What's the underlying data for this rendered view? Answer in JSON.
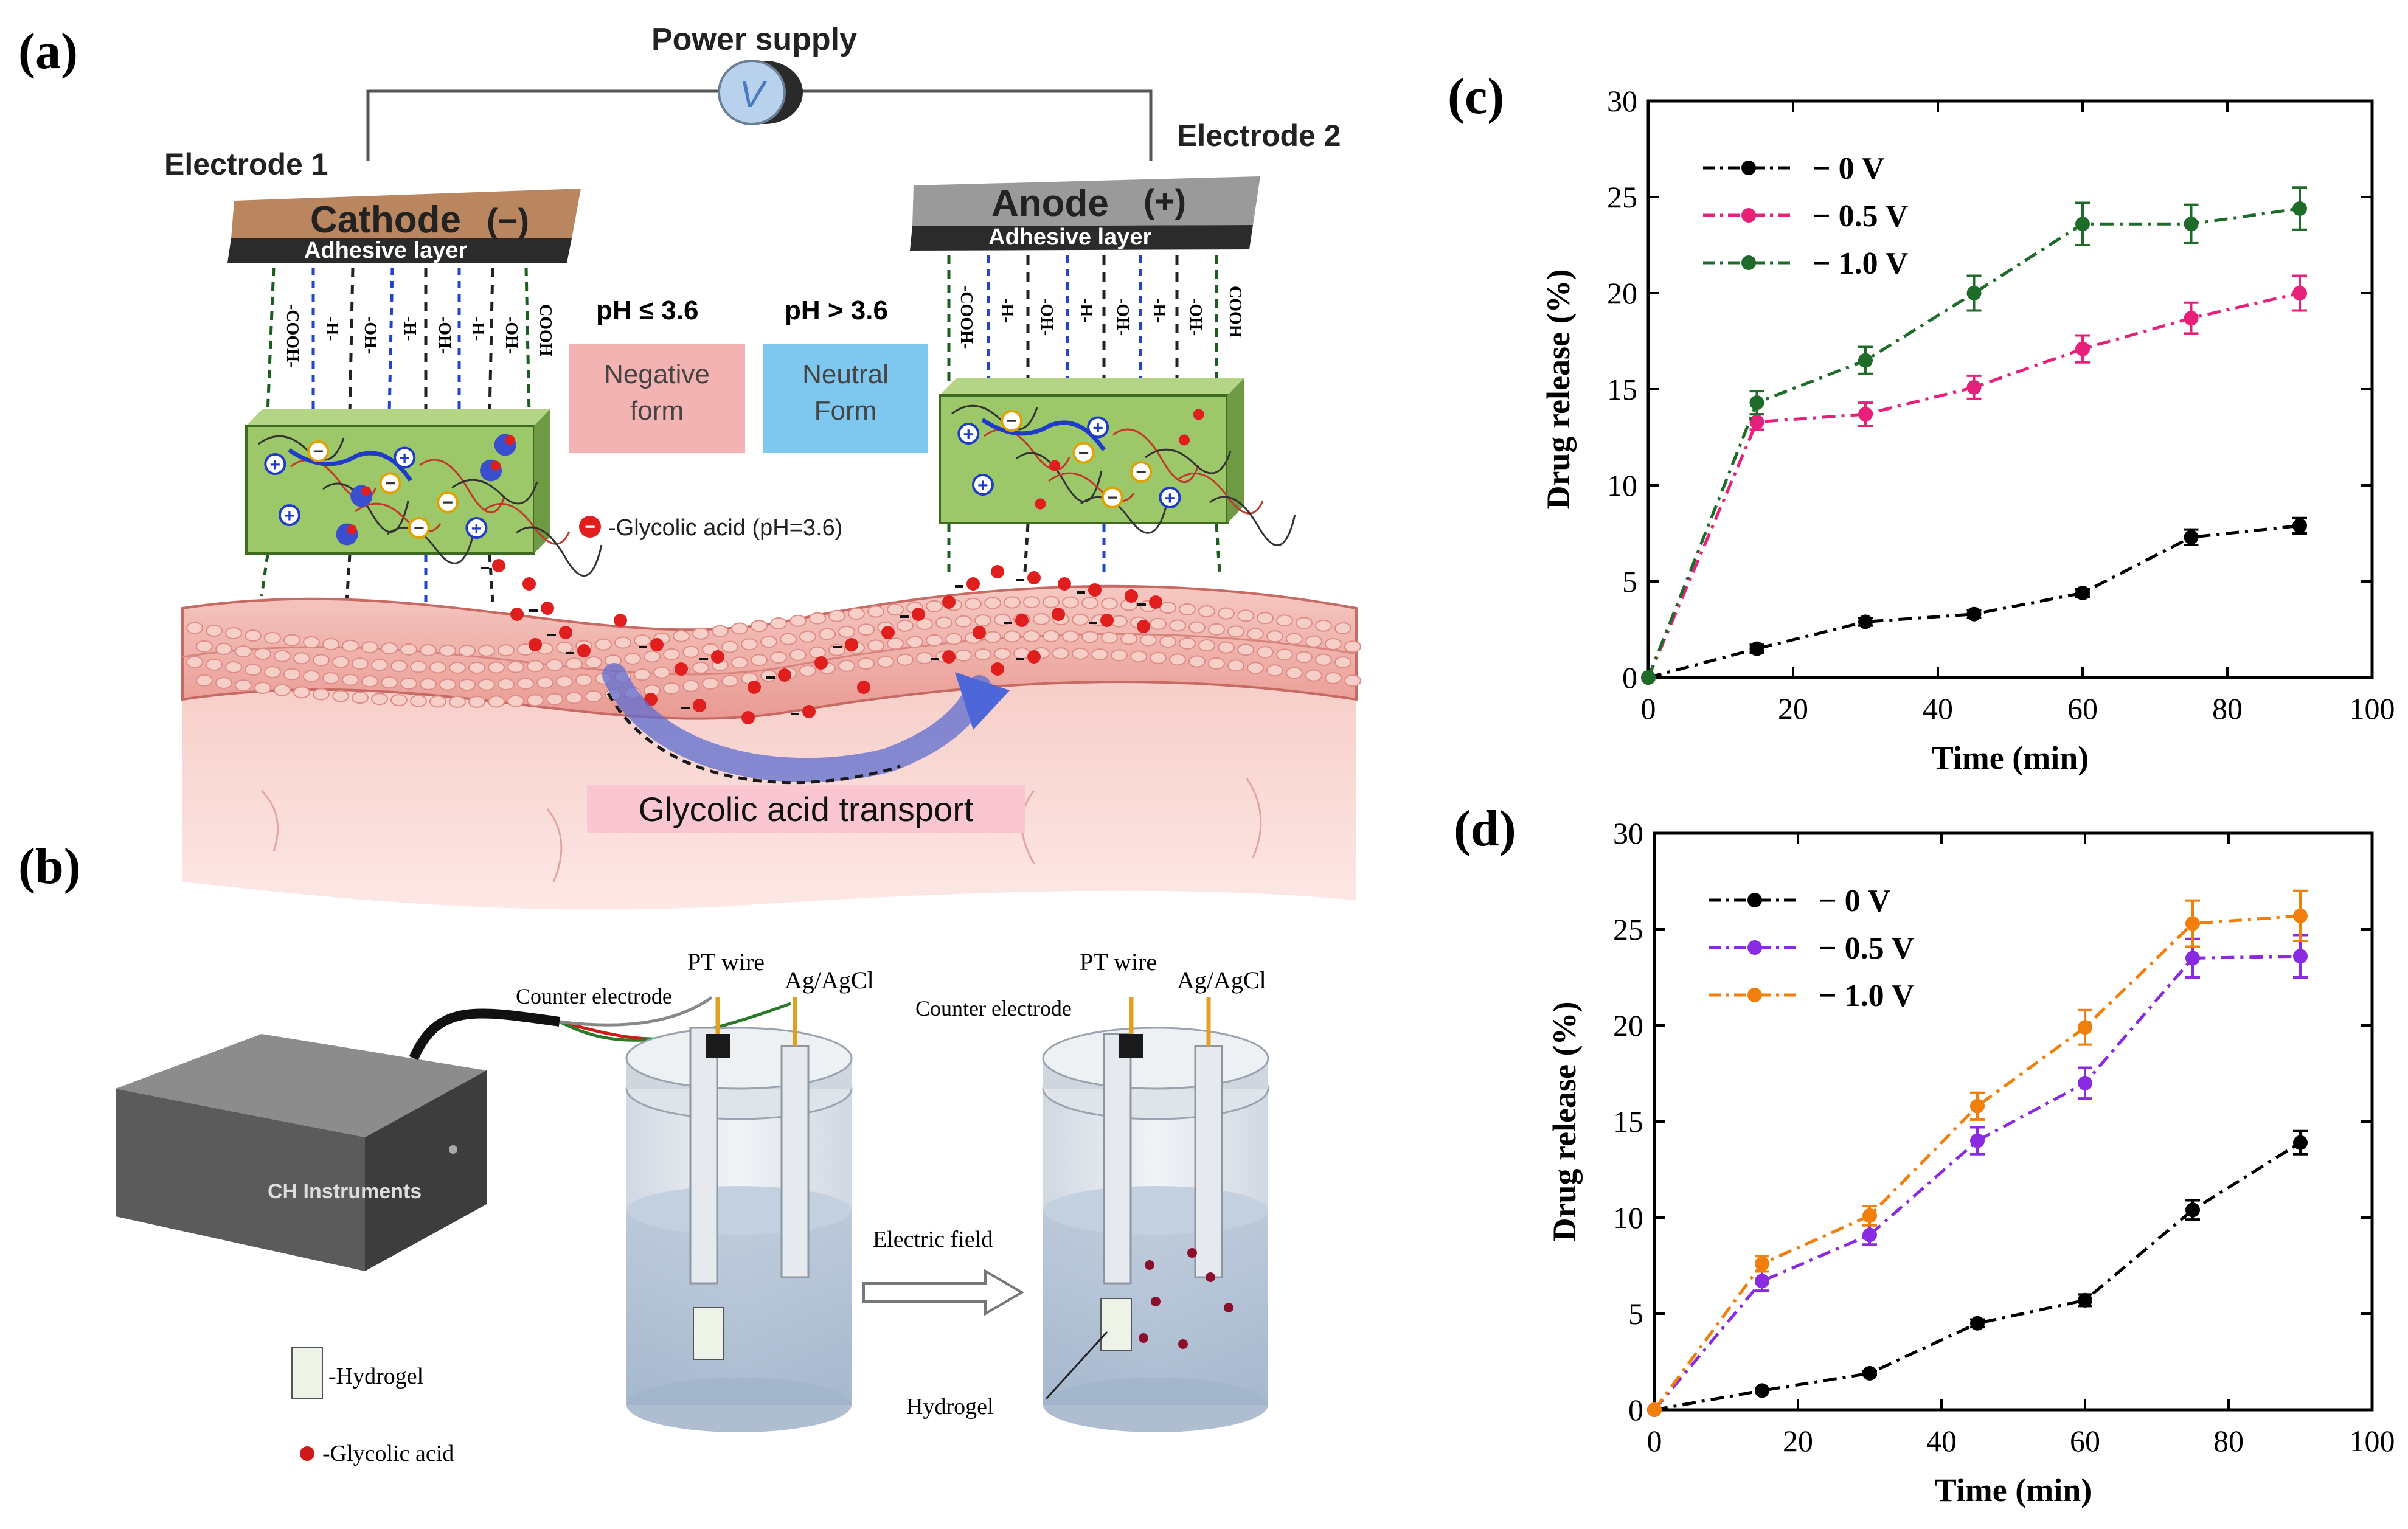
{
  "colors": {
    "black": "#000000",
    "red": "#e8207a",
    "green": "#1e6b2a",
    "purple": "#8a2be2",
    "orange": "#f07f0b",
    "cathode": "#b98660",
    "anode": "#9a9a9a",
    "gel": "#86b45a",
    "negative_box": "#f4b3b3",
    "neutral_box": "#7ec8f0",
    "skin": "#f1b9b4",
    "glycolic": "#e01e1e"
  },
  "panel_a": {
    "label": "(a)",
    "power_supply": "Power supply",
    "meter_symbol": "V",
    "electrode1": "Electrode 1",
    "electrode2": "Electrode 2",
    "cathode": "Cathode",
    "cathode_sign": "(−)",
    "anode": "Anode",
    "anode_sign": "(+)",
    "adhesive1": "Adhesive layer",
    "adhesive2": "Adhesive layer",
    "ph_low": "pH ≤ 3.6",
    "ph_high": "pH > 3.6",
    "negative_line1": "Negative",
    "negative_line2": "form",
    "neutral_line1": "Neutral",
    "neutral_line2": "Form",
    "glycolic_legend": "-Glycolic acid  (pH=3.6)",
    "glycolic_sign": "−",
    "transport": "Glycolic acid transport",
    "chain_labels": [
      "-COOH-",
      "-H-",
      "-OH-",
      "-H-",
      "-OH-",
      "-H-",
      "-OH-",
      "COOH"
    ],
    "plus": "+",
    "minus": "−"
  },
  "panel_b": {
    "label": "(b)",
    "instrument": "CH Instruments",
    "counter_electrode_1": "Counter electrode",
    "pt_wire_1": "PT wire",
    "ag_agcl_1": "Ag/AgCl",
    "counter_electrode_2": "Counter electrode",
    "pt_wire_2": "PT wire",
    "ag_agcl_2": "Ag/AgCl",
    "electric_field": "Electric field",
    "hydrogel_label": "Hydrogel",
    "legend_hydrogel": "-Hydrogel",
    "legend_glycolic": "-Glycolic acid"
  },
  "chart_data": [
    {
      "label": "(c)",
      "type": "line",
      "xlabel": "Time (min)",
      "ylabel": "Drug release (%)",
      "xlim": [
        0,
        100
      ],
      "ylim": [
        0,
        30
      ],
      "xticks": [
        0,
        20,
        40,
        60,
        80,
        100
      ],
      "yticks": [
        0,
        5,
        10,
        15,
        20,
        25,
        30
      ],
      "legend_position": "top-left",
      "x": [
        0,
        15,
        30,
        45,
        60,
        75,
        90
      ],
      "series": [
        {
          "name": "− 0 V",
          "color": "#000000",
          "values": [
            0,
            1.5,
            2.9,
            3.3,
            4.4,
            7.3,
            7.9
          ],
          "errors": [
            0,
            0.2,
            0.2,
            0.2,
            0.2,
            0.4,
            0.4
          ]
        },
        {
          "name": "− 0.5 V",
          "color": "#e8207a",
          "values": [
            0,
            13.3,
            13.7,
            15.1,
            17.1,
            18.7,
            20.0
          ],
          "errors": [
            0,
            0.4,
            0.6,
            0.6,
            0.7,
            0.8,
            0.9
          ]
        },
        {
          "name": "− 1.0 V",
          "color": "#1e6b2a",
          "values": [
            0,
            14.3,
            16.5,
            20.0,
            23.6,
            23.6,
            24.4
          ],
          "errors": [
            0,
            0.6,
            0.7,
            0.9,
            1.1,
            1.0,
            1.1
          ]
        }
      ]
    },
    {
      "label": "(d)",
      "type": "line",
      "xlabel": "Time (min)",
      "ylabel": "Drug release (%)",
      "xlim": [
        0,
        100
      ],
      "ylim": [
        0,
        30
      ],
      "xticks": [
        0,
        20,
        40,
        60,
        80,
        100
      ],
      "yticks": [
        0,
        5,
        10,
        15,
        20,
        25,
        30
      ],
      "legend_position": "top-left",
      "x": [
        0,
        15,
        30,
        45,
        60,
        75,
        90
      ],
      "series": [
        {
          "name": "− 0 V",
          "color": "#000000",
          "values": [
            0,
            1.0,
            1.9,
            4.5,
            5.7,
            10.4,
            13.9
          ],
          "errors": [
            0,
            0.1,
            0.1,
            0.2,
            0.3,
            0.5,
            0.6
          ]
        },
        {
          "name": "− 0.5 V",
          "color": "#8a2be2",
          "values": [
            0,
            6.7,
            9.1,
            14.0,
            17.0,
            23.5,
            23.6
          ],
          "errors": [
            0,
            0.5,
            0.5,
            0.7,
            0.8,
            1.0,
            1.1
          ]
        },
        {
          "name": "− 1.0 V",
          "color": "#f07f0b",
          "values": [
            0,
            7.6,
            10.1,
            15.8,
            19.9,
            25.3,
            25.7
          ],
          "errors": [
            0,
            0.4,
            0.5,
            0.7,
            0.9,
            1.2,
            1.3
          ]
        }
      ]
    }
  ]
}
